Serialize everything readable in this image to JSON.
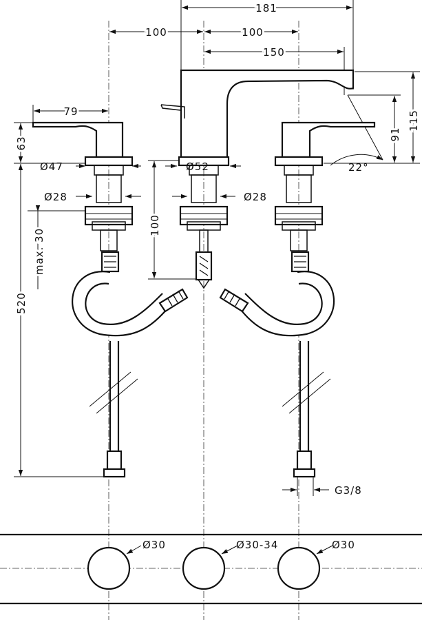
{
  "dimensions": {
    "spout_width": "181",
    "left_spacing": "100",
    "right_spacing": "100",
    "spout_reach": "150",
    "handle_length": "79",
    "handle_height": "63",
    "handle_base_diameter": "Ø47",
    "spout_base_diameter": "Ø52",
    "left_shank_diameter": "Ø28",
    "right_shank_diameter": "Ø28",
    "max_deck_thickness": "max. 30",
    "shank_length": "100",
    "total_length": "520",
    "spout_angle": "22°",
    "spout_outlet_height": "91",
    "spout_total_height": "115",
    "connection_thread": "G3/8",
    "left_hole_diameter": "Ø30",
    "center_hole_diameter": "Ø30-34",
    "right_hole_diameter": "Ø30"
  },
  "colors": {
    "line": "#111111",
    "background": "#ffffff",
    "centerline": "#333333"
  }
}
